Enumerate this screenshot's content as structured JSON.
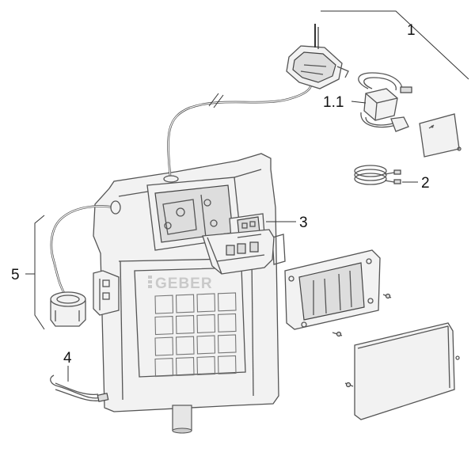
{
  "callouts": {
    "label_1": "1",
    "label_1_1": "1.1",
    "label_2": "2",
    "label_3": "3",
    "label_4": "4",
    "label_5": "5"
  },
  "brand_text": "GEBER"
}
